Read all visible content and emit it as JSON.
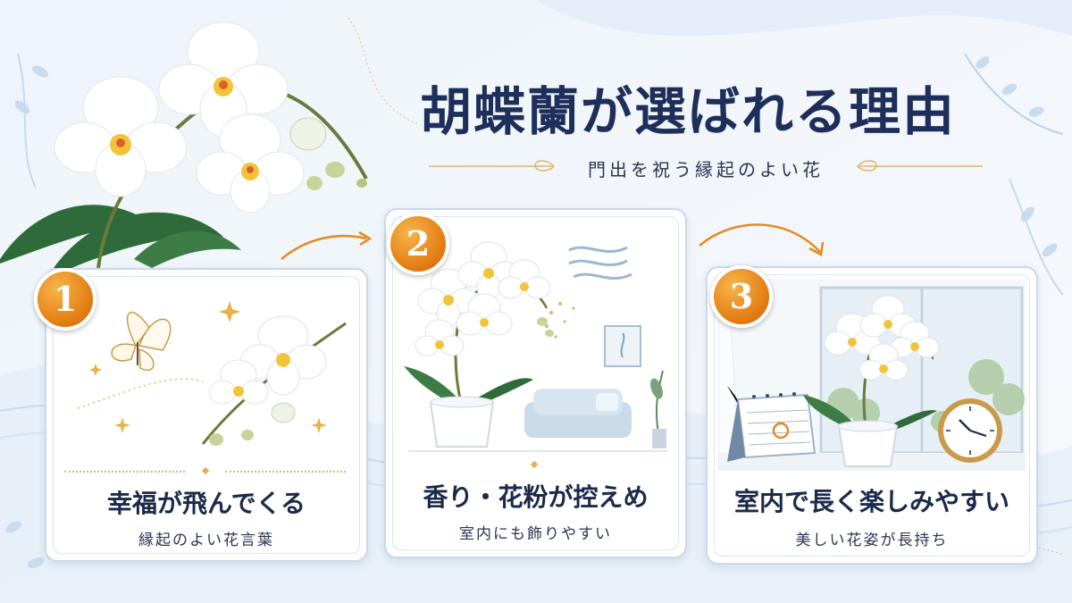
{
  "header": {
    "title": "胡蝶蘭が選ばれる理由",
    "subtitle": "門出を祝う縁起のよい花"
  },
  "cards": [
    {
      "number": "1",
      "title": "幸福が飛んでくる",
      "subtitle": "縁起のよい花言葉",
      "illustration": "butterfly-orchid-icon"
    },
    {
      "number": "2",
      "title": "香り・花粉が控えめ",
      "subtitle": "室内にも飾りやすい",
      "illustration": "potted-orchid-living-room-icon"
    },
    {
      "number": "3",
      "title": "室内で長く楽しみやすい",
      "subtitle": "美しい花姿が長持ち",
      "illustration": "orchid-calendar-clock-icon"
    }
  ],
  "colors": {
    "title": "#1d2f5a",
    "badge": "#e17a10",
    "accent_gold": "#e0b56a",
    "card_border": "#c9d9ea",
    "background": "#f3f7fb"
  }
}
